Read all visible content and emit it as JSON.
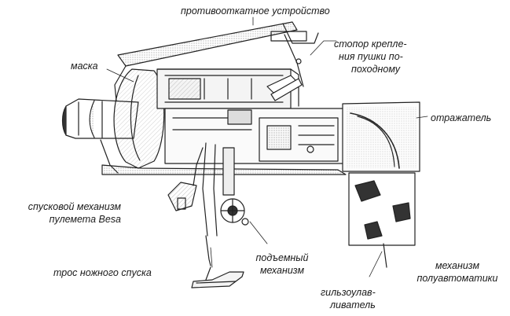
{
  "labels": {
    "recoil": "противооткатное устройство",
    "lock_l1": "стопор крепле-",
    "lock_l2": "ния пушки по-",
    "lock_l3": "походному",
    "mask": "маска",
    "deflector": "отражатель",
    "trigger_l1": "спусковой механизм",
    "trigger_l2": "пулемета Besa",
    "cable": "трос ножного спуска",
    "elev_l1": "подъемный",
    "elev_l2": "механизм",
    "semi_l1": "механизм",
    "semi_l2": "полуавтоматики",
    "catcher_l1": "гильзоулав-",
    "catcher_l2": "ливатель"
  }
}
